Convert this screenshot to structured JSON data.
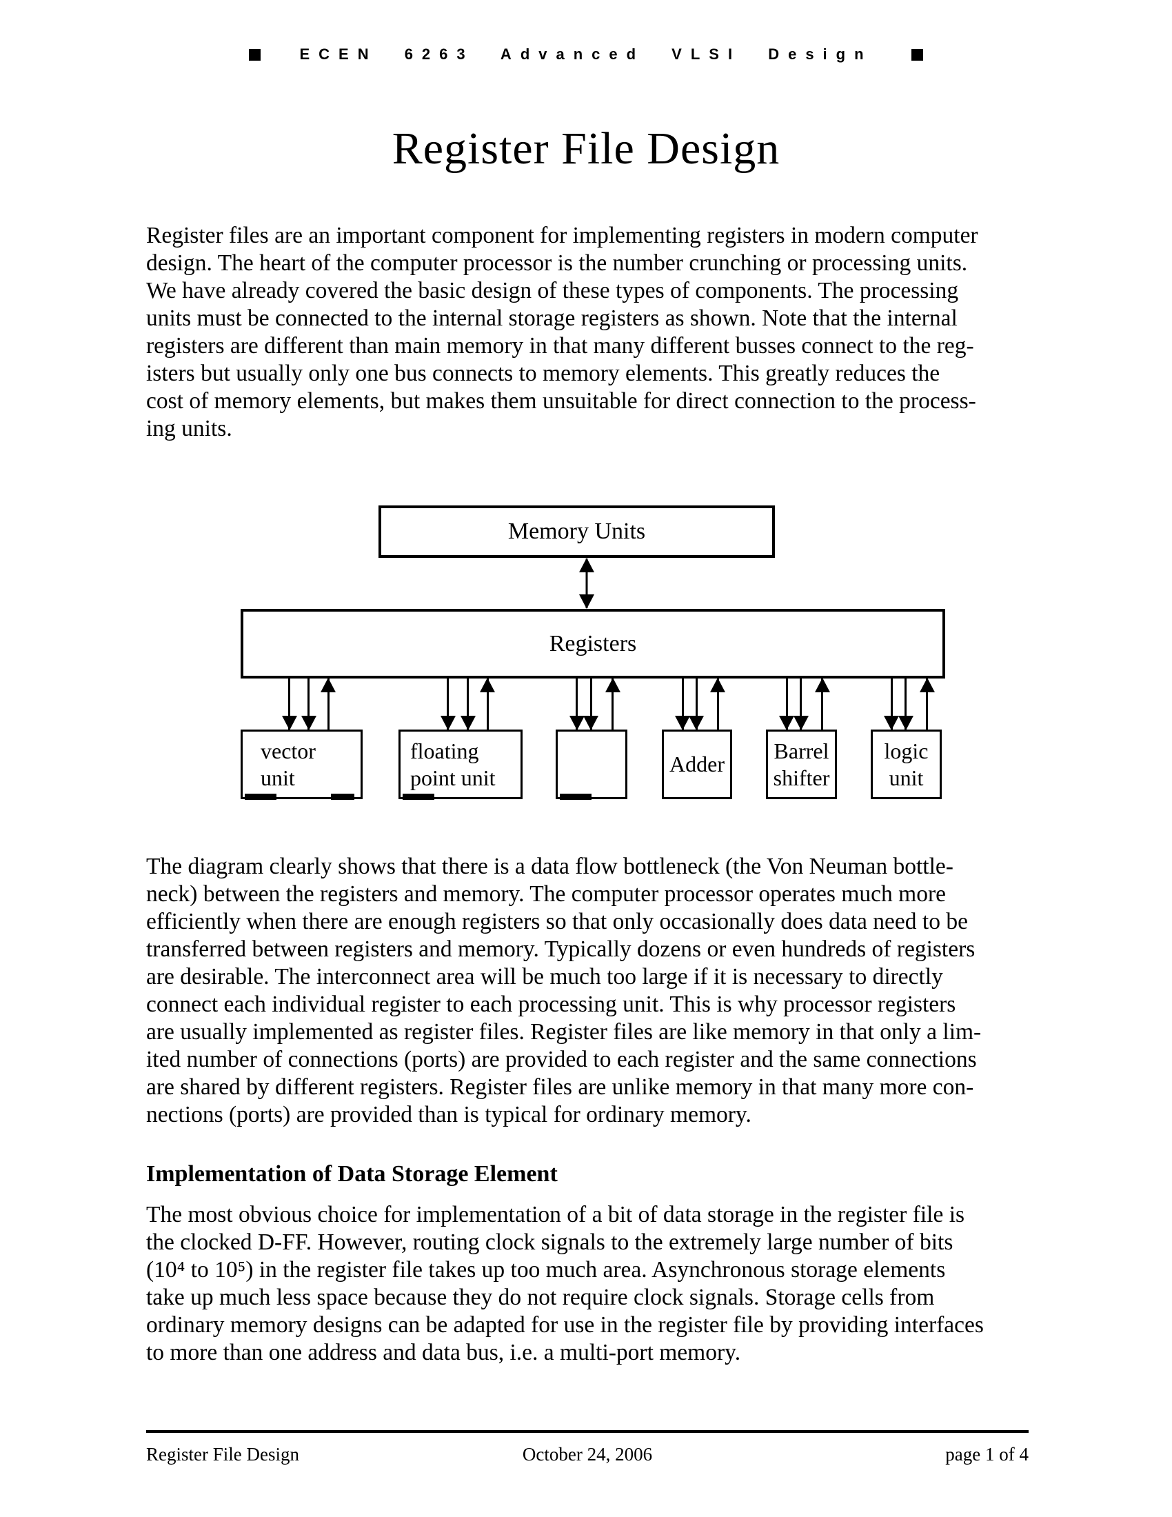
{
  "header": {
    "bullet": "",
    "course": "ECEN 6263 Advanced VLSI Design"
  },
  "title": "Register File Design",
  "paragraphs": {
    "p1": "Register files are an important component for implementing registers in modern computer\ndesign.  The heart of the computer processor is the number crunching or processing units.\nWe have already covered the basic design of these types of components.  The processing\nunits must be connected to the internal storage registers as shown.  Note that the internal\nregisters are different than main memory in that many different busses connect to the reg-\nisters but usually only one bus connects to memory elements.  This greatly reduces the\ncost of memory elements, but makes them unsuitable for direct connection to the process-\ning units.",
    "p2": "The diagram clearly shows that there is a data flow bottleneck (the Von Neuman bottle-\nneck) between the registers and memory.  The computer processor operates much more\nefficiently when there are enough registers so that only occasionally does data need to be\ntransferred between registers and memory.  Typically dozens or even hundreds of registers\nare desirable.  The interconnect area will be much too large if it is necessary to directly\nconnect each individual register to each processing unit.  This is why processor registers\nare usually implemented as register files.  Register files are like memory in that only a lim-\nited number of connections (ports) are provided to each register and the same connections\nare shared by different registers.  Register files are unlike memory in that many more con-\nnections (ports) are provided than is typical for ordinary memory.",
    "p3": "The most obvious choice for implementation of a bit of data storage in the register file is\nthe clocked D-FF.  However, routing clock signals to the extremely large number of bits\n(10⁴ to 10⁵) in the register file takes up too much area.  Asynchronous storage elements\ntake up much less space because they do not require clock signals.  Storage cells from\nordinary memory designs can be adapted for use in the register file by providing interfaces\nto more than one address and data bus, i.e. a multi-port memory."
  },
  "section_heading": "Implementation of Data Storage Element",
  "diagram": {
    "memory_box": "Memory Units",
    "registers_box": "Registers",
    "units": [
      "vector\nunit",
      "floating\npoint unit",
      "",
      "Adder",
      "Barrel\nshifter",
      "logic\nunit"
    ]
  },
  "footer": {
    "left": "Register File Design",
    "center": "October 24, 2006",
    "right": "page 1 of 4"
  },
  "colors": {
    "ink": "#000000",
    "paper": "#ffffff"
  }
}
